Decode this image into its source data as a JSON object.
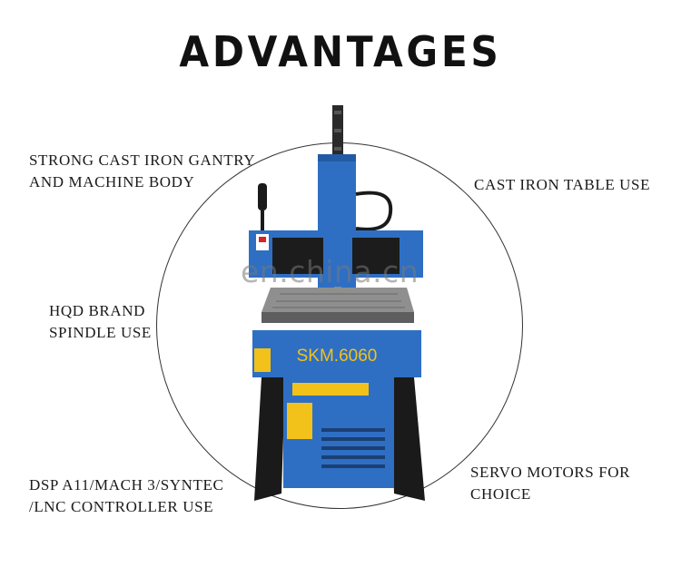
{
  "title": "ADVANTAGES",
  "features": {
    "top_left": "STRONG CAST IRON GANTRY\nAND MACHINE BODY",
    "top_right": "CAST IRON TABLE USE",
    "mid_left": "HQD BRAND\nSPINDLE USE",
    "bottom_left": "DSP A11/MACH 3/SYNTEC\n/LNC CONTROLLER  USE",
    "bottom_right": "SERVO MOTORS FOR\nCHOICE"
  },
  "machine": {
    "model_label": "SKM.6060",
    "body_color": "#2e6fc4",
    "accent_color": "#f2c21a"
  },
  "watermark": "en.china.cn"
}
